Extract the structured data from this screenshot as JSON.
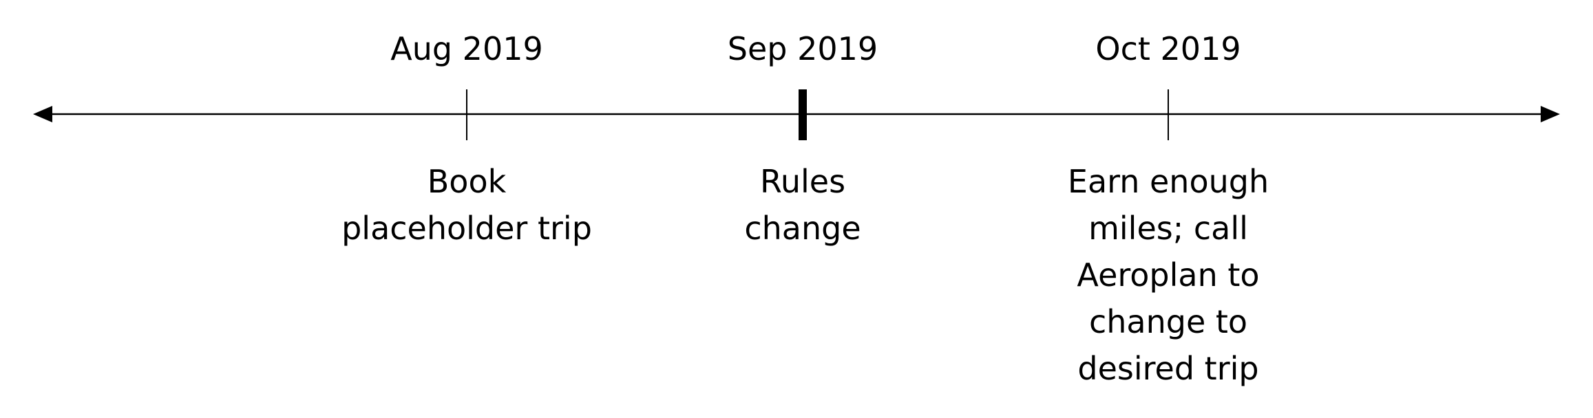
{
  "timeline": {
    "months": [
      {
        "label": "Aug 2019"
      },
      {
        "label": "Sep 2019"
      },
      {
        "label": "Oct 2019"
      }
    ],
    "events": [
      {
        "lines": [
          "Book",
          "placeholder trip"
        ]
      },
      {
        "lines": [
          "Rules",
          "change"
        ]
      },
      {
        "lines": [
          "Earn enough",
          "miles; call",
          "Aeroplan to",
          "change to",
          "desired trip"
        ]
      }
    ]
  }
}
